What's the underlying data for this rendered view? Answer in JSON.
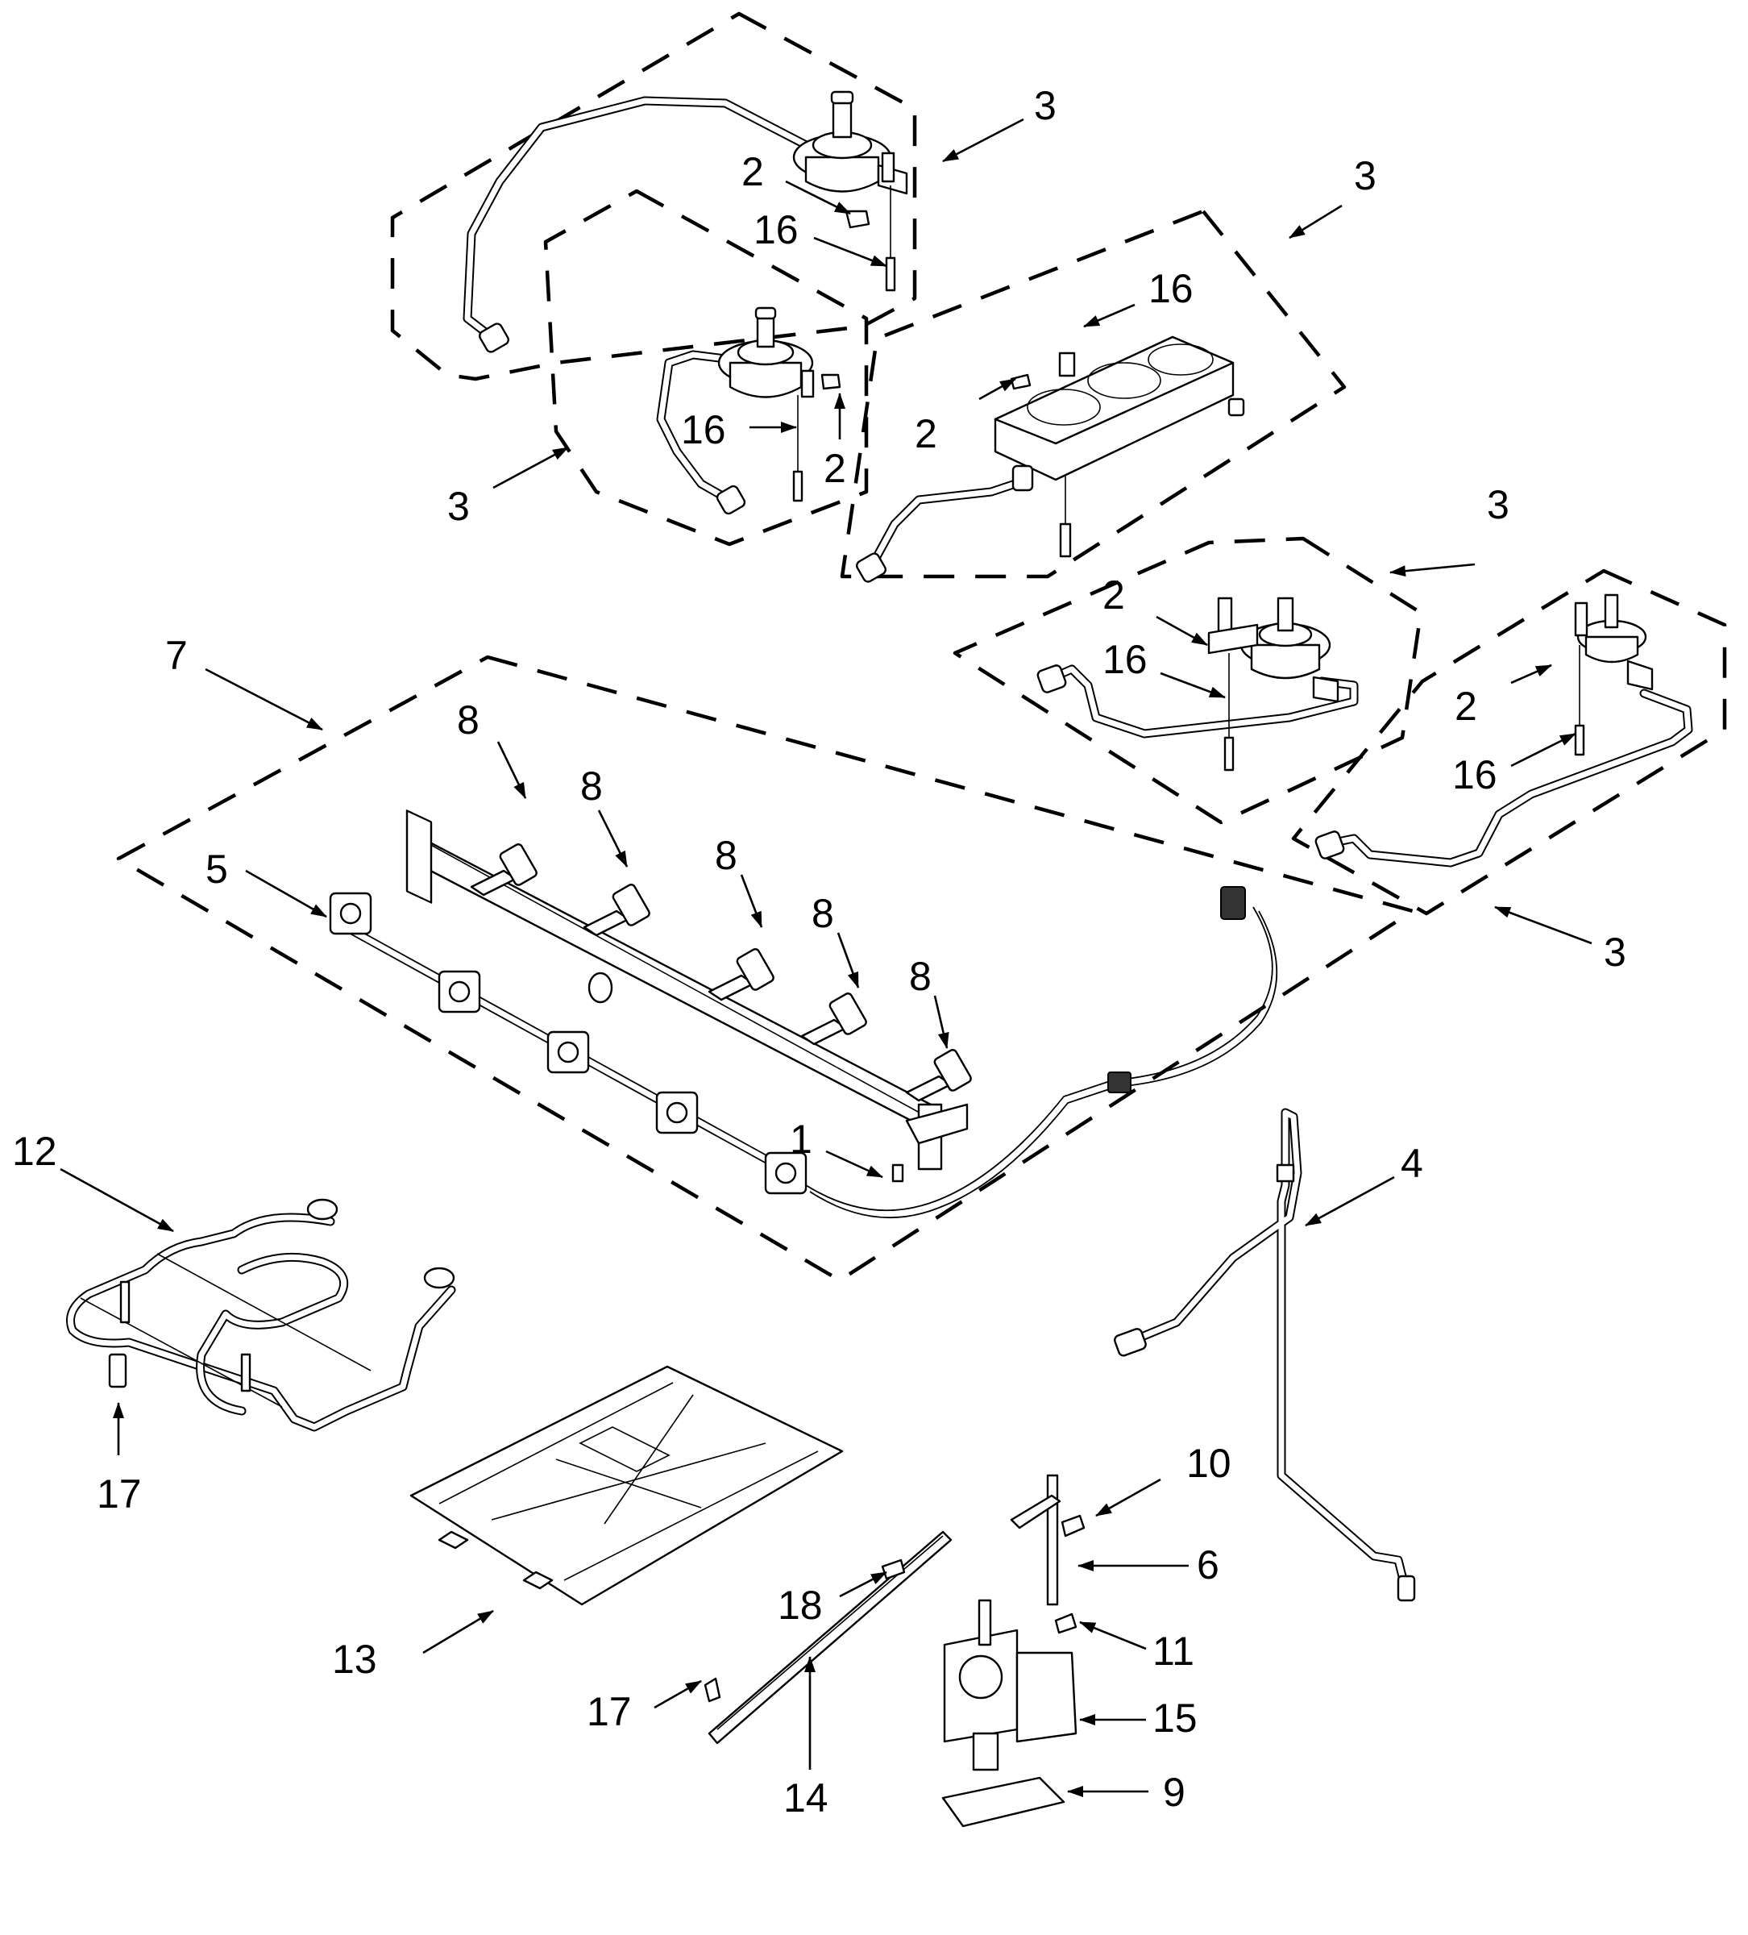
{
  "callouts": {
    "c3_top": "3",
    "c3_mid": "3",
    "c3_left": "3",
    "c3_right_upper": "3",
    "c3_right_lower": "3",
    "c2_top": "2",
    "c2_center": "2",
    "c2_left_lower": "2",
    "c2_right": "2",
    "c2_far_right": "2",
    "c16_top": "16",
    "c16_center": "16",
    "c16_left": "16",
    "c16_right": "16",
    "c16_far_right": "16",
    "c7": "7",
    "c5": "5",
    "c8_a": "8",
    "c8_b": "8",
    "c8_c": "8",
    "c8_d": "8",
    "c8_e": "8",
    "c1": "1",
    "c4": "4",
    "c12": "12",
    "c17_left": "17",
    "c17_bottom": "17",
    "c10": "10",
    "c6": "6",
    "c11": "11",
    "c18": "18",
    "c13": "13",
    "c15": "15",
    "c14": "14",
    "c9": "9"
  }
}
